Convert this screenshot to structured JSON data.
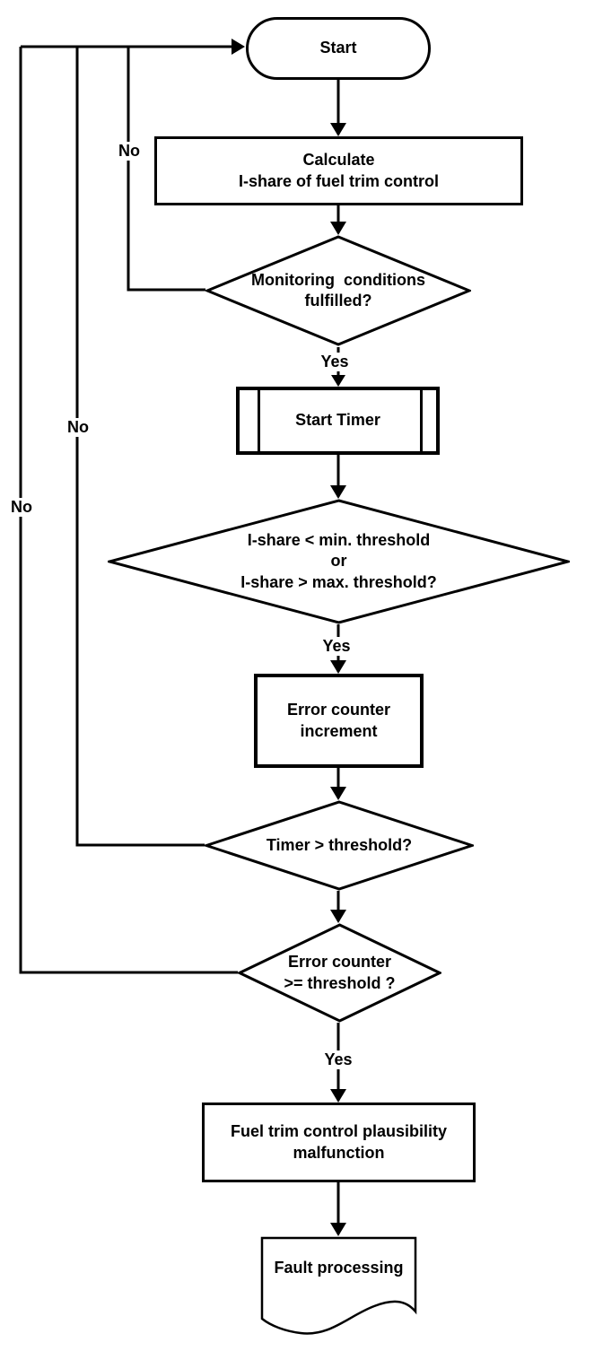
{
  "flowchart": {
    "nodes": {
      "start": "Start",
      "calculate": "Calculate\nI-share of fuel trim control",
      "monitoring": "Monitoring  conditions\nfulfilled?",
      "start_timer": "Start Timer",
      "ishare_check": "I-share < min. threshold\nor\nI-share > max. threshold?",
      "error_increment": "Error counter\nincrement",
      "timer_check": "Timer > threshold?",
      "error_check": "Error counter\n>= threshold ?",
      "malfunction": "Fuel trim control plausibility\nmalfunction",
      "fault_processing": "Fault processing"
    },
    "edge_labels": {
      "monitoring_no": "No",
      "timer_no": "No",
      "error_no": "No",
      "monitoring_yes": "Yes",
      "ishare_yes": "Yes",
      "error_yes": "Yes"
    },
    "colors": {
      "stroke": "#000000",
      "background": "#ffffff",
      "text": "#000000"
    }
  }
}
